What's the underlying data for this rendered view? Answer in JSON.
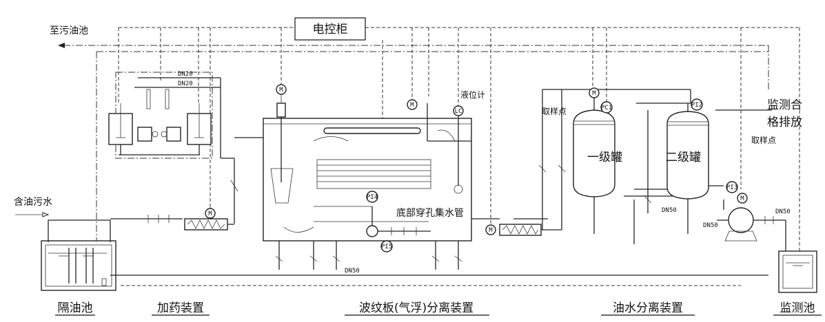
{
  "labels": {
    "control_cabinet": "电控柜",
    "to_waste_oil_pool": "至污油池",
    "oily_wastewater": "含油污水",
    "level_meter": "液位计",
    "bottom_perforated_pipe": "底部穿孔集水管",
    "sampling_point_1": "取样点",
    "sampling_point_2": "取样点",
    "primary_tank": "一级罐",
    "secondary_tank": "二级罐",
    "monitor_line1": "监测合",
    "monitor_line2": "格排放"
  },
  "sections": [
    "隔油池",
    "加药装置",
    "波纹板(气浮)分离装置",
    "油水分离装置",
    "监测池"
  ],
  "instruments": {
    "motor": "M",
    "level_controller": "LC",
    "p14": "PI4",
    "p15": "PI5",
    "pc1": "PC1",
    "p12": "PI2",
    "p13": "PI3"
  },
  "pipe_sizes": {
    "dn20_a": "DN20",
    "dn20_b": "DN20",
    "dn50_bottom": "DN50",
    "dn50_tank2": "DN50",
    "dn50_pump": "DN50",
    "dn50_right": "DN50"
  }
}
